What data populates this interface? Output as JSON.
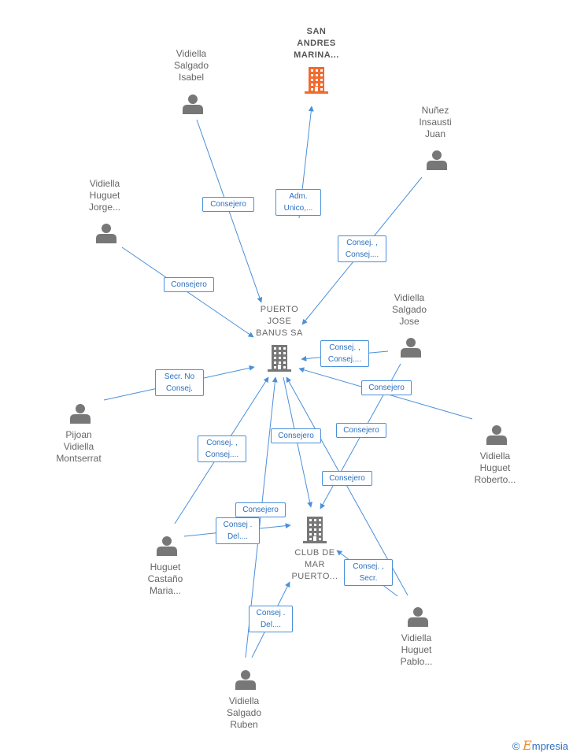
{
  "colors": {
    "edge": "#4a90d9",
    "person": "#777777",
    "company": "#777777",
    "company_primary": "#f26b2e"
  },
  "nodes": [
    {
      "id": "san_andres",
      "kind": "company",
      "primary": true,
      "label": "SAN\nANDRES\nMARINA..."
    },
    {
      "id": "puerto_jose",
      "kind": "company",
      "primary": false,
      "label": "PUERTO\nJOSE\nBANUS SA"
    },
    {
      "id": "club_mar",
      "kind": "company",
      "primary": false,
      "label": "CLUB DE\nMAR\nPUERTO..."
    },
    {
      "id": "vs_isabel",
      "kind": "person",
      "label": "Vidiella\nSalgado\nIsabel"
    },
    {
      "id": "ni_juan",
      "kind": "person",
      "label": "Nuñez\nInsausti\nJuan"
    },
    {
      "id": "vh_jorge",
      "kind": "person",
      "label": "Vidiella\nHuguet\nJorge..."
    },
    {
      "id": "vs_jose",
      "kind": "person",
      "label": "Vidiella\nSalgado\nJose"
    },
    {
      "id": "pv_montserrat",
      "kind": "person",
      "label": "Pijoan\nVidiella\nMontserrat"
    },
    {
      "id": "vh_roberto",
      "kind": "person",
      "label": "Vidiella\nHuguet\nRoberto..."
    },
    {
      "id": "hc_maria",
      "kind": "person",
      "label": "Huguet\nCastaño\nMaria..."
    },
    {
      "id": "vh_pablo",
      "kind": "person",
      "label": "Vidiella\nHuguet\nPablo..."
    },
    {
      "id": "vs_ruben",
      "kind": "person",
      "label": "Vidiella\nSalgado\nRuben"
    }
  ],
  "edges": [
    {
      "from": "puerto_jose",
      "to": "san_andres",
      "label": "Adm.\nUnico,..."
    },
    {
      "from": "vs_isabel",
      "to": "puerto_jose",
      "label": "Consejero"
    },
    {
      "from": "ni_juan",
      "to": "puerto_jose",
      "label": "Consej. ,\nConsej...."
    },
    {
      "from": "vh_jorge",
      "to": "puerto_jose",
      "label": "Consejero"
    },
    {
      "from": "vs_jose",
      "to": "puerto_jose",
      "label": "Consej. ,\nConsej...."
    },
    {
      "from": "vh_roberto",
      "to": "puerto_jose",
      "label": "Consejero"
    },
    {
      "from": "pv_montserrat",
      "to": "puerto_jose",
      "label": "Secr.  No\nConsej."
    },
    {
      "from": "hc_maria",
      "to": "puerto_jose",
      "label": "Consej. ,\nConsej...."
    },
    {
      "from": "vs_ruben",
      "to": "puerto_jose",
      "label": "Consejero"
    },
    {
      "from": "vh_pablo",
      "to": "puerto_jose",
      "label": "Consejero"
    },
    {
      "from": "puerto_jose",
      "to": "club_mar",
      "label": "Consejero"
    },
    {
      "from": "vs_jose",
      "to": "club_mar",
      "label": "Consejero"
    },
    {
      "from": "hc_maria",
      "to": "club_mar",
      "label": "Consej .\nDel...."
    },
    {
      "from": "vh_pablo",
      "to": "club_mar",
      "label": "Consej. ,\nSecr."
    },
    {
      "from": "vs_ruben",
      "to": "club_mar",
      "label": "Consej .\nDel...."
    }
  ],
  "watermark": {
    "copyright": "©",
    "brand_initial": "E",
    "brand_rest": "mpresia"
  }
}
